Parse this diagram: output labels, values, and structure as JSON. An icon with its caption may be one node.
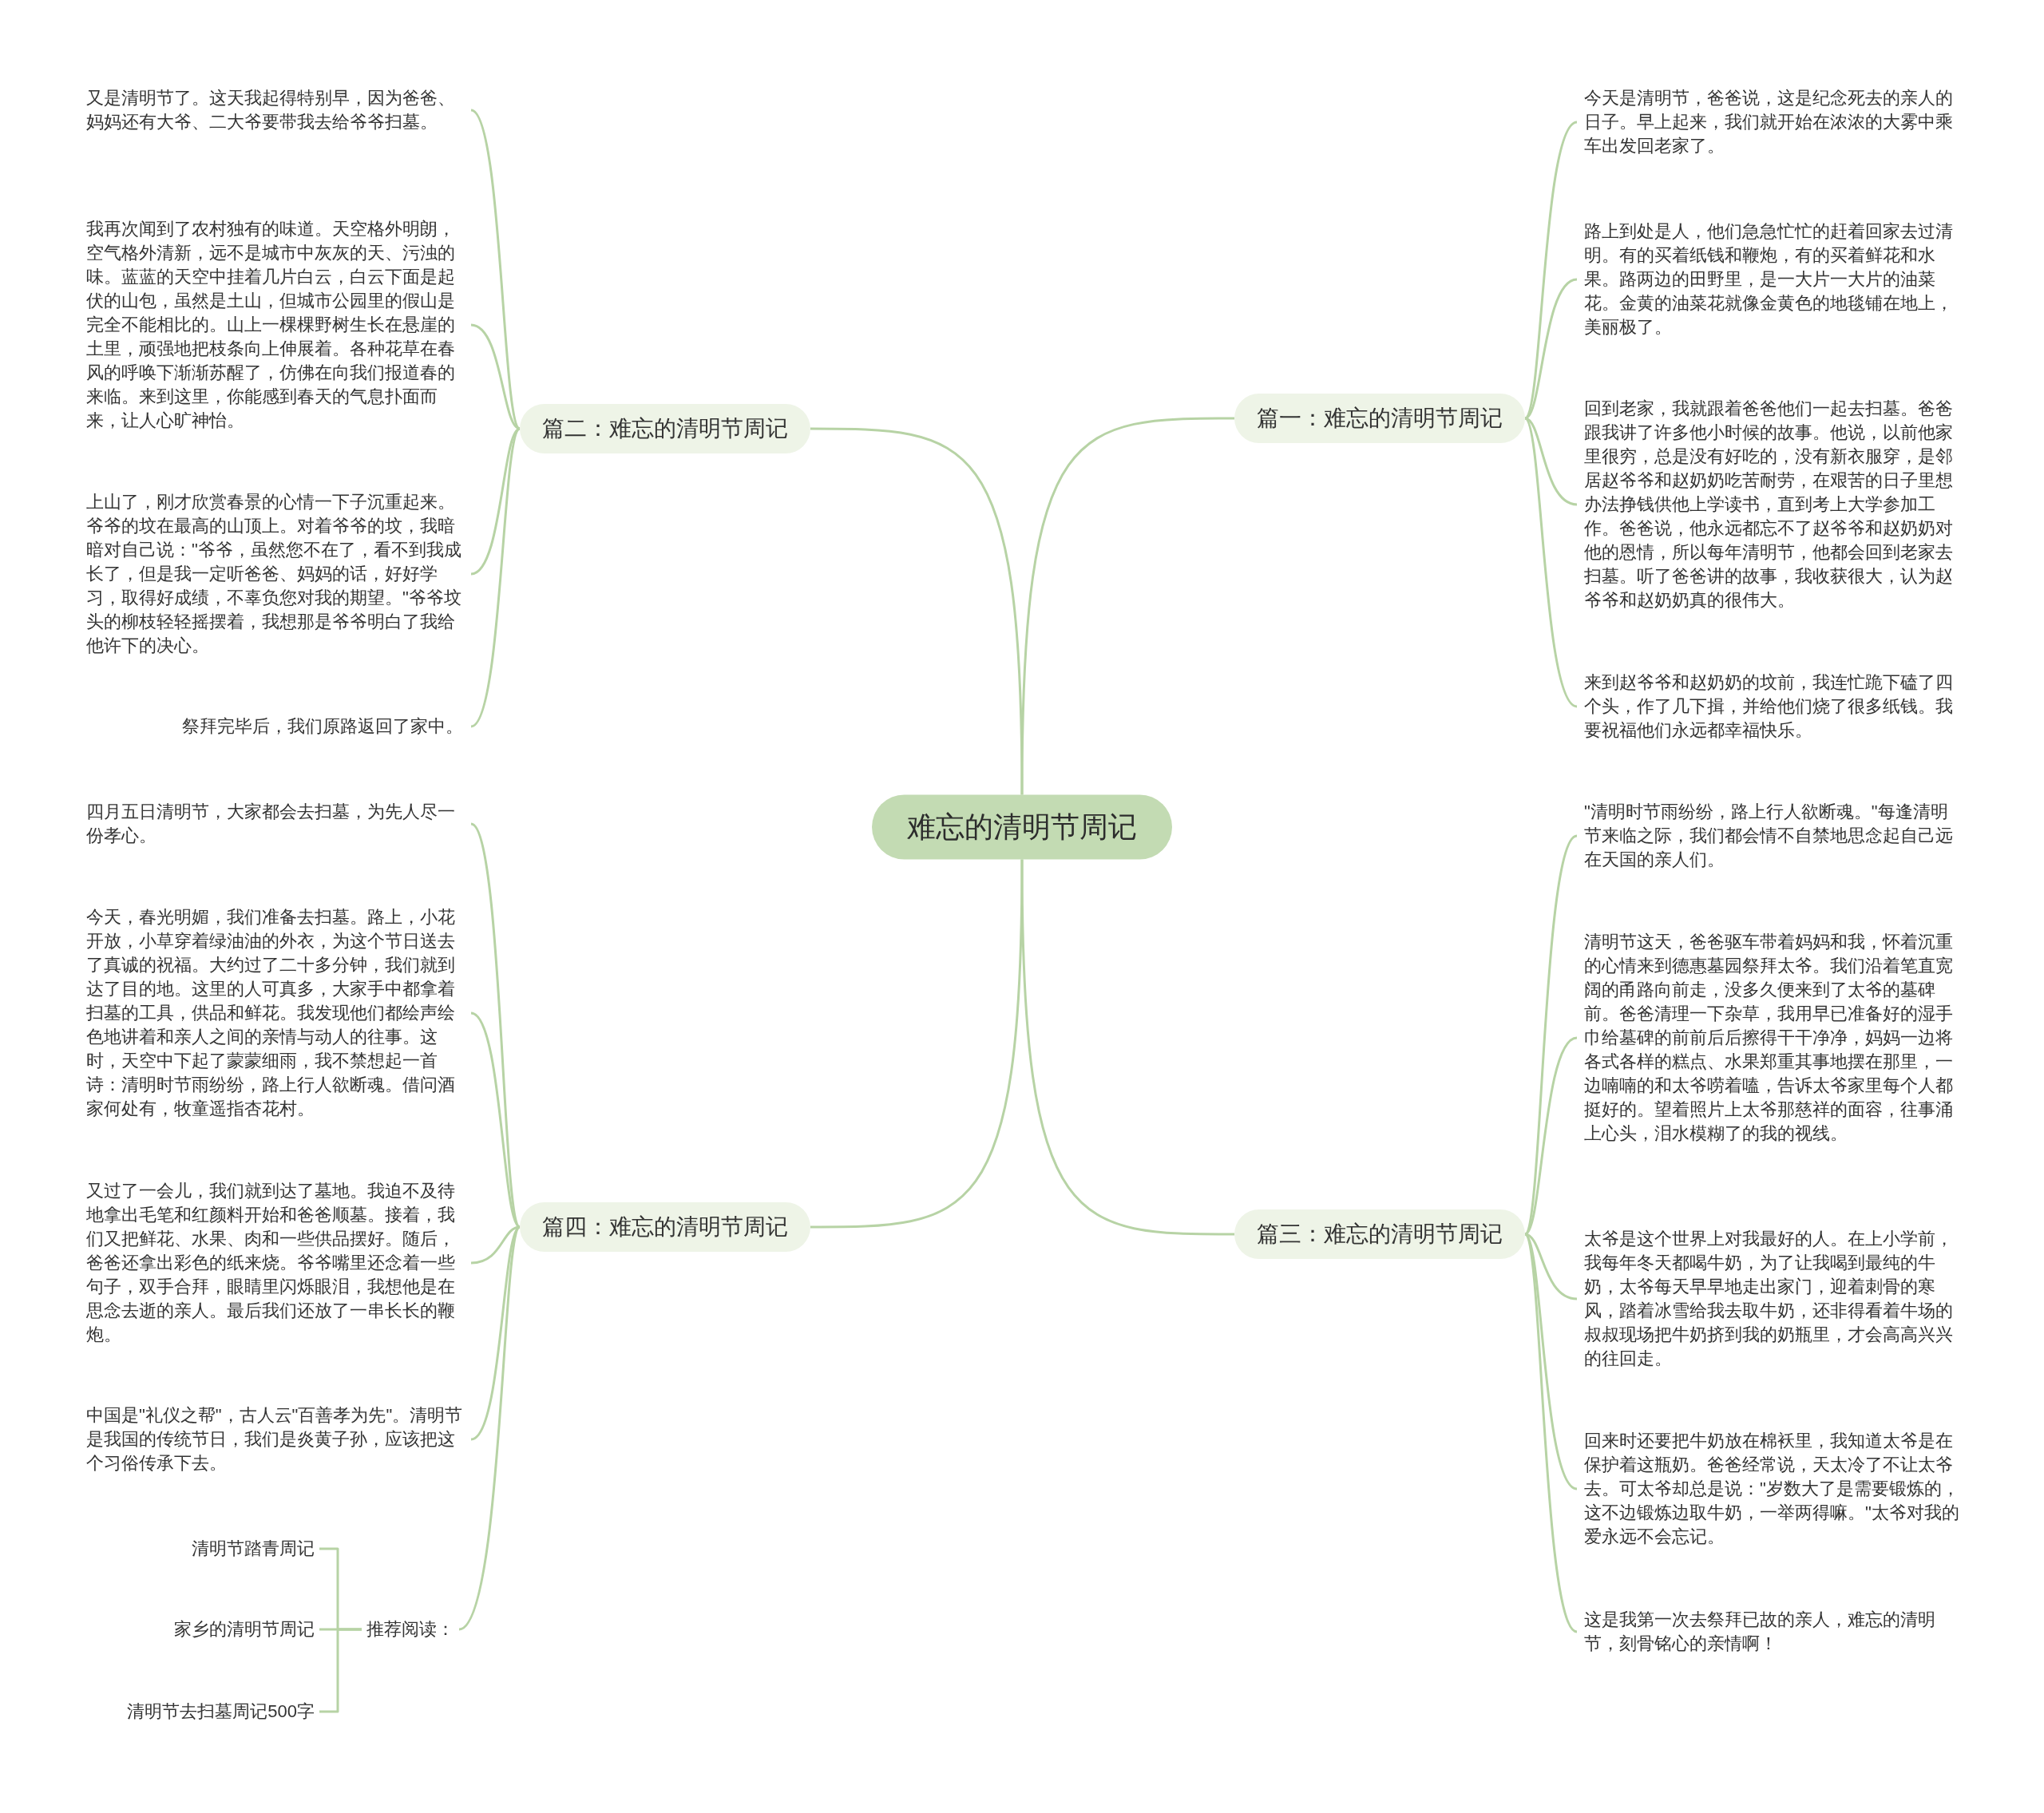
{
  "diagram": {
    "nodes": [
      {
        "text": [
          "难忘的清明节周记"
        ]
      },
      {
        "text": [
          "篇一：难忘的清明节周记"
        ]
      },
      {
        "text": [
          "今天是清明节，爸爸说，这是纪念死去的亲人的日子。早上起来，我们就开始在浓浓的大雾中乘车出发回老家了。"
        ]
      },
      {
        "text": [
          "路上到处是人，他们急急忙忙的赶着回家去过清明。有的买着纸钱和鞭炮，有的买着鲜花和水果。路两边的田野里，是一大片一大片的油菜花。金黄的油菜花就像金黄色的地毯铺在地上，美丽极了。"
        ]
      },
      {
        "text": [
          "回到老家，我就跟着爸爸他们一起去扫墓。爸爸跟我讲了许多他小时候的故事。他说，以前他家里很穷，总是没有好吃的，没有新衣服穿，是邻居赵爷爷和赵奶奶吃苦耐劳，在艰苦的日子里想办法挣钱供他上学读书，直到考上大学参加工作。爸爸说，他永远都忘不了赵爷爷和赵奶奶对他的恩情，所以每年清明节，他都会回到老家去扫墓。听了爸爸讲的故事，我收获很大，认为赵爷爷和赵奶奶真的很伟大。"
        ]
      },
      {
        "text": [
          "来到赵爷爷和赵奶奶的坟前，我连忙跪下磕了四个头，作了几下揖，并给他们烧了很多纸钱。我要祝福他们永远都幸福快乐。"
        ]
      },
      {
        "text": [
          "篇二：难忘的清明节周记"
        ]
      },
      {
        "text": [
          "又是清明节了。这天我起得特别早，因为爸爸、妈妈还有大爷、二大爷要带我去给爷爷扫墓。"
        ]
      },
      {
        "text": [
          "我再次闻到了农村独有的味道。天空格外明朗，空气格外清新，远不是城市中灰灰的天、污浊的味。蓝蓝的天空中挂着几片白云，白云下面是起伏的山包，虽然是土山，但城市公园里的假山是完全不能相比的。山上一棵棵野树生长在悬崖的土里，顽强地把枝条向上伸展着。各种花草在春风的呼唤下渐渐苏醒了，仿佛在向我们报道春的来临。来到这里，你能感到春天的气息扑面而来，让人心旷神怡。"
        ]
      },
      {
        "text": [
          "上山了，刚才欣赏春景的心情一下子沉重起来。爷爷的坟在最高的山顶上。对着爷爷的坟，我暗暗对自己说：\"爷爷，虽然您不在了，看不到我成长了，但是我一定听爸爸、妈妈的话，好好学习，取得好成绩，不辜负您对我的期望。\"爷爷坟头的柳枝轻轻摇摆着，我想那是爷爷明白了我给他许下的决心。"
        ]
      },
      {
        "text": [
          "祭拜完毕后，我们原路返回了家中。"
        ]
      },
      {
        "text": [
          "篇三：难忘的清明节周记"
        ]
      },
      {
        "text": [
          "\"清明时节雨纷纷，路上行人欲断魂。\"每逢清明节来临之际，我们都会情不自禁地思念起自己远在天国的亲人们。"
        ]
      },
      {
        "text": [
          "清明节这天，爸爸驱车带着妈妈和我，怀着沉重的心情来到德惠墓园祭拜太爷。我们沿着笔直宽阔的甬路向前走，没多久便来到了太爷的墓碑前。爸爸清理一下杂草，我用早已准备好的湿手巾给墓碑的前前后后擦得干干净净，妈妈一边将各式各样的糕点、水果郑重其事地摆在那里，一边喃喃的和太爷唠着嗑，告诉太爷家里每个人都挺好的。望着照片上太爷那慈祥的面容，往事涌上心头，泪水模糊了的我的视线。"
        ]
      },
      {
        "text": [
          "太爷是这个世界上对我最好的人。在上小学前，我每年冬天都喝牛奶，为了让我喝到最纯的牛奶，太爷每天早早地走出家门，迎着刺骨的寒风，踏着冰雪给我去取牛奶，还非得看着牛场的叔叔现场把牛奶挤到我的奶瓶里，才会高高兴兴的往回走。"
        ]
      },
      {
        "text": [
          "回来时还要把牛奶放在棉袄里，我知道太爷是在保护着这瓶奶。爸爸经常说，天太冷了不让太爷去。可太爷却总是说：\"岁数大了是需要锻炼的，这不边锻炼边取牛奶，一举两得嘛。\"太爷对我的爱永远不会忘记。"
        ]
      },
      {
        "text": [
          "这是我第一次去祭拜已故的亲人，难忘的清明节，刻骨铭心的亲情啊！"
        ]
      },
      {
        "text": [
          "篇四：难忘的清明节周记"
        ]
      },
      {
        "text": [
          "四月五日清明节，大家都会去扫墓，为先人尽一份孝心。"
        ]
      },
      {
        "text": [
          "今天，春光明媚，我们准备去扫墓。路上，小花开放，小草穿着绿油油的外衣，为这个节日送去了真诚的祝福。大约过了二十多分钟，我们就到达了目的地。这里的人可真多，大家手中都拿着扫墓的工具，供品和鲜花。我发现他们都绘声绘色地讲着和亲人之间的亲情与动人的往事。这时，天空中下起了蒙蒙细雨，我不禁想起一首诗：清明时节雨纷纷，路上行人欲断魂。借问酒家何处有，牧童遥指杏花村。"
        ]
      },
      {
        "text": [
          "又过了一会儿，我们就到达了墓地。我迫不及待地拿出毛笔和红颜料开始和爸爸顺墓。接着，我们又把鲜花、水果、肉和一些供品摆好。随后，爸爸还拿出彩色的纸来烧。爷爷嘴里还念着一些句子，双手合拜，眼睛里闪烁眼泪，我想他是在思念去逝的亲人。最后我们还放了一串长长的鞭炮。"
        ]
      },
      {
        "text": [
          "中国是\"礼仪之帮\"，古人云\"百善孝为先\"。清明节是我国的传统节日，我们是炎黄子孙，应该把这个习俗传承下去。"
        ]
      },
      {
        "text": [
          "推荐阅读："
        ]
      },
      {
        "text": [
          "清明节踏青周记"
        ]
      },
      {
        "text": [
          "家乡的清明节周记"
        ]
      },
      {
        "text": [
          "清明节去扫墓周记500字"
        ]
      }
    ],
    "edges": [
      {
        "from": 0,
        "to": 1,
        "arrow": "none"
      },
      {
        "from": 0,
        "to": 6,
        "arrow": "none"
      },
      {
        "from": 0,
        "to": 11,
        "arrow": "none"
      },
      {
        "from": 0,
        "to": 17,
        "arrow": "none"
      },
      {
        "from": 1,
        "to": 2,
        "arrow": "none"
      },
      {
        "from": 1,
        "to": 3,
        "arrow": "none"
      },
      {
        "from": 1,
        "to": 4,
        "arrow": "none"
      },
      {
        "from": 1,
        "to": 5,
        "arrow": "none"
      },
      {
        "from": 6,
        "to": 7,
        "arrow": "none"
      },
      {
        "from": 6,
        "to": 8,
        "arrow": "none"
      },
      {
        "from": 6,
        "to": 9,
        "arrow": "none"
      },
      {
        "from": 6,
        "to": 10,
        "arrow": "none"
      },
      {
        "from": 11,
        "to": 12,
        "arrow": "none"
      },
      {
        "from": 11,
        "to": 13,
        "arrow": "none"
      },
      {
        "from": 11,
        "to": 14,
        "arrow": "none"
      },
      {
        "from": 11,
        "to": 15,
        "arrow": "none"
      },
      {
        "from": 11,
        "to": 16,
        "arrow": "none"
      },
      {
        "from": 17,
        "to": 18,
        "arrow": "none"
      },
      {
        "from": 17,
        "to": 19,
        "arrow": "none"
      },
      {
        "from": 17,
        "to": 20,
        "arrow": "none"
      },
      {
        "from": 17,
        "to": 21,
        "arrow": "none"
      },
      {
        "from": 17,
        "to": 22,
        "arrow": "none"
      },
      {
        "from": 22,
        "to": 23,
        "arrow": "none"
      },
      {
        "from": 22,
        "to": 24,
        "arrow": "none"
      },
      {
        "from": 22,
        "to": 25,
        "arrow": "none"
      }
    ]
  }
}
